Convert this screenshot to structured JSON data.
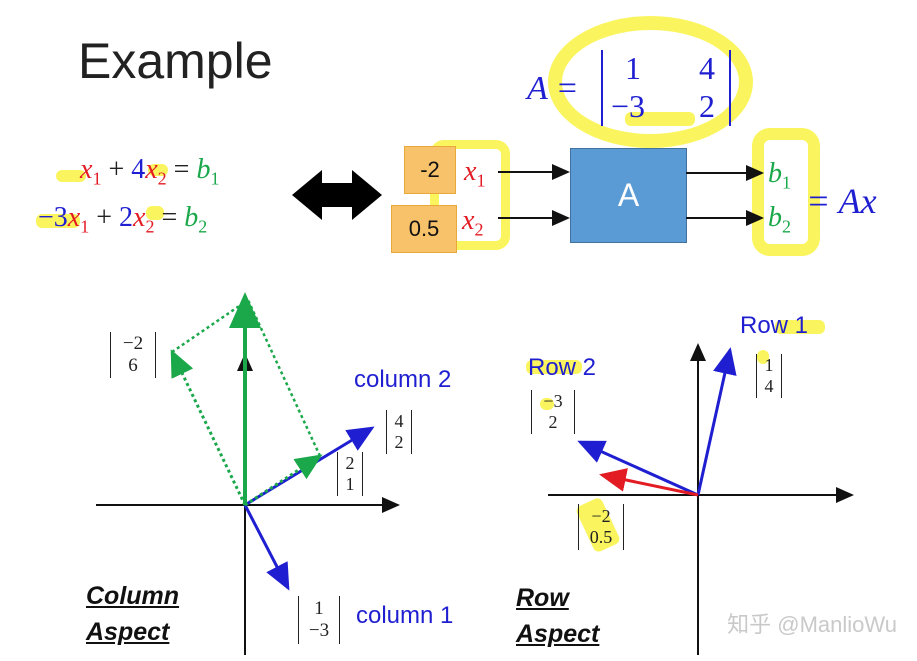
{
  "title": "Example",
  "equations": {
    "row1": {
      "c1": "x",
      "s1": "1",
      "plus": "+",
      "coef2": "4",
      "c2": "x",
      "s2": "2",
      "eq": "=",
      "rhs": "b",
      "rs": "1"
    },
    "row2": {
      "coef1": "−3",
      "c1": "x",
      "s1": "1",
      "plus": "+",
      "coef2": "2",
      "c2": "x",
      "s2": "2",
      "eq": "=",
      "rhs": "b",
      "rs": "2"
    }
  },
  "matrix_A": {
    "lhs": "A =",
    "r1c1": "1",
    "r1c2": "4",
    "r2c1": "−3",
    "r2c2": "2"
  },
  "box_diagram": {
    "input1": "-2",
    "input2": "0.5",
    "x1": "x",
    "x1s": "1",
    "x2": "x",
    "x2s": "2",
    "block": "A",
    "b1": "b",
    "b1s": "1",
    "b2": "b",
    "b2s": "2",
    "result": "= Ax"
  },
  "column_plot": {
    "v_result": [
      "−2",
      "6"
    ],
    "v_col2": [
      "4",
      "2"
    ],
    "v_col2_scaled": [
      "2",
      "1"
    ],
    "v_col1": [
      "1",
      "−3"
    ],
    "label_col2": "column 2",
    "label_col1": "column 1",
    "aspect_1": "Column",
    "aspect_2": "Aspect"
  },
  "row_plot": {
    "label_row1": "Row 1",
    "label_row2": "Row 2",
    "v_row1": [
      "1",
      "4"
    ],
    "v_row2": [
      "−3",
      "2"
    ],
    "v_x": [
      "−2",
      "0.5"
    ],
    "aspect_1": "Row",
    "aspect_2": "Aspect"
  },
  "colors": {
    "red": "#e31b23",
    "blue": "#1f1fd1",
    "green": "#1aa84a",
    "highlight": "#f8f228",
    "box_orange": "#f7c26a",
    "box_blue": "#5b9bd5"
  },
  "watermark": "知乎 @ManlioWu"
}
